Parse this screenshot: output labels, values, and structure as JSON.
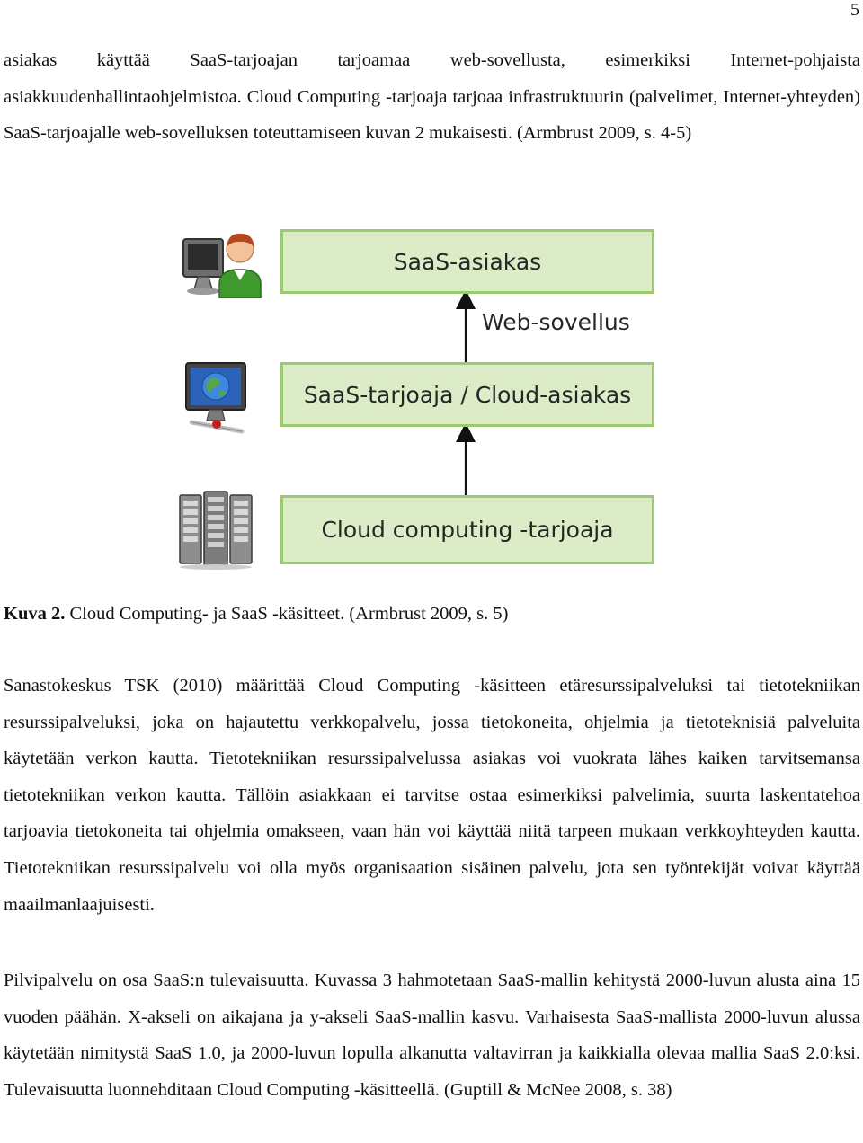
{
  "page_number": "5",
  "paragraphs": {
    "p1": "asiakas käyttää SaaS-tarjoajan tarjoamaa web-sovellusta, esimerkiksi Internet-pohjaista asiakkuudenhallintaohjelmistoa. Cloud Computing -tarjoaja tarjoaa infrastruktuurin (palvelimet, Internet-yhteyden) SaaS-tarjoajalle web-sovelluksen toteuttamiseen kuvan 2 mukaisesti. (Armbrust 2009, s. 4-5)",
    "p2": "Sanastokeskus TSK (2010) määrittää Cloud Computing -käsitteen etäresurssipalveluksi tai tietotekniikan resurssipalveluksi, joka on hajautettu verkkopalvelu, jossa tietokoneita, ohjelmia ja tietoteknisiä palveluita käytetään verkon kautta. Tietotekniikan resurssipalvelussa asiakas voi vuokrata lähes kaiken tarvitsemansa tietotekniikan verkon kautta. Tällöin asiakkaan ei tarvitse ostaa esimerkiksi palvelimia, suurta laskentatehoa tarjoavia tietokoneita tai ohjelmia omakseen, vaan hän voi käyttää niitä tarpeen mukaan verkkoyhteyden kautta. Tietotekniikan resurssipalvelu voi olla myös organisaation sisäinen palvelu, jota sen työntekijät voivat käyttää maailmanlaajuisesti.",
    "p3": "Pilvipalvelu on osa SaaS:n tulevaisuutta. Kuvassa 3 hahmotetaan SaaS-mallin kehitystä 2000-luvun alusta aina 15 vuoden päähän. X-akseli on aikajana ja y-akseli SaaS-mallin kasvu. Varhaisesta SaaS-mallista 2000-luvun alussa käytetään nimitystä SaaS 1.0, ja 2000-luvun lopulla alkanutta valtavirran ja kaikkialla olevaa mallia SaaS 2.0:ksi. Tulevaisuutta luonnehditaan Cloud Computing -käsitteellä. (Guptill & McNee 2008, s. 38)"
  },
  "figure": {
    "boxes": {
      "saas_client": "SaaS-asiakas",
      "saas_provider": "SaaS-tarjoaja / Cloud-asiakas",
      "cloud_provider": "Cloud computing -tarjoaja"
    },
    "arrow_label": "Web-sovellus",
    "icons": [
      "user-computer-icon",
      "globe-monitor-icon",
      "server-rack-icon"
    ],
    "colors": {
      "box_fill": "#dcecc6",
      "box_border": "#9bca73"
    },
    "caption_label": "Kuva 2.",
    "caption_text": " Cloud Computing- ja SaaS -käsitteet. (Armbrust 2009, s. 5)"
  }
}
